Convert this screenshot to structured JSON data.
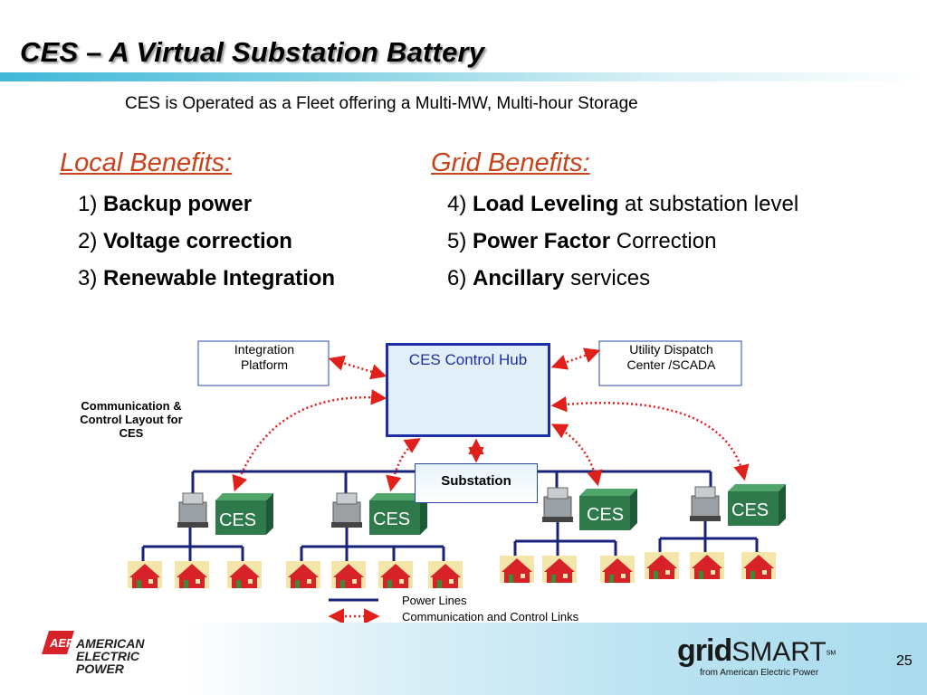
{
  "title": "CES – A Virtual Substation Battery",
  "subtitle": "CES is Operated as a Fleet offering a Multi-MW, Multi-hour Storage",
  "local": {
    "heading": "Local Benefits:",
    "items": [
      {
        "num": "1)",
        "bold": "Backup power",
        "rest": ""
      },
      {
        "num": "2)",
        "bold": "Voltage correction",
        "rest": ""
      },
      {
        "num": "3)",
        "bold": "Renewable Integration",
        "rest": ""
      }
    ]
  },
  "grid": {
    "heading": "Grid Benefits:",
    "items": [
      {
        "num": "4)",
        "bold": "Load Leveling",
        "rest": " at substation level"
      },
      {
        "num": "5)",
        "bold": "Power Factor",
        "rest": " Correction"
      },
      {
        "num": "6)",
        "bold": "Ancillary",
        "rest": " services"
      }
    ]
  },
  "diagram": {
    "integration_platform": [
      "Integration",
      "Platform"
    ],
    "utility_dispatch": [
      "Utility Dispatch",
      "Center /SCADA"
    ],
    "hub_label": "CES Control Hub",
    "substation_label": "Substation",
    "comm_note": [
      "Communication &",
      "Control Layout for",
      "CES"
    ],
    "ces_labels": [
      "CES",
      "CES",
      "CES",
      "CES"
    ]
  },
  "legend": {
    "power_lines": "Power Lines",
    "comm_links": "Communication and Control Links"
  },
  "footer": {
    "aep_mark": "AEP",
    "aep_lines": [
      "AMERICAN",
      "ELECTRIC",
      "POWER"
    ],
    "gridsmart_bold": "grid",
    "gridsmart_light": "SMART",
    "gridsmart_sm": "SM",
    "gridsmart_tag": "from American Electric Power",
    "page_number": "25"
  },
  "colors": {
    "accent_heading": "#c8421a",
    "ces_green": "#2e7a4a",
    "power_line": "#17237a",
    "comm_link": "#e0201a",
    "hub_border": "#1d2fa6"
  }
}
